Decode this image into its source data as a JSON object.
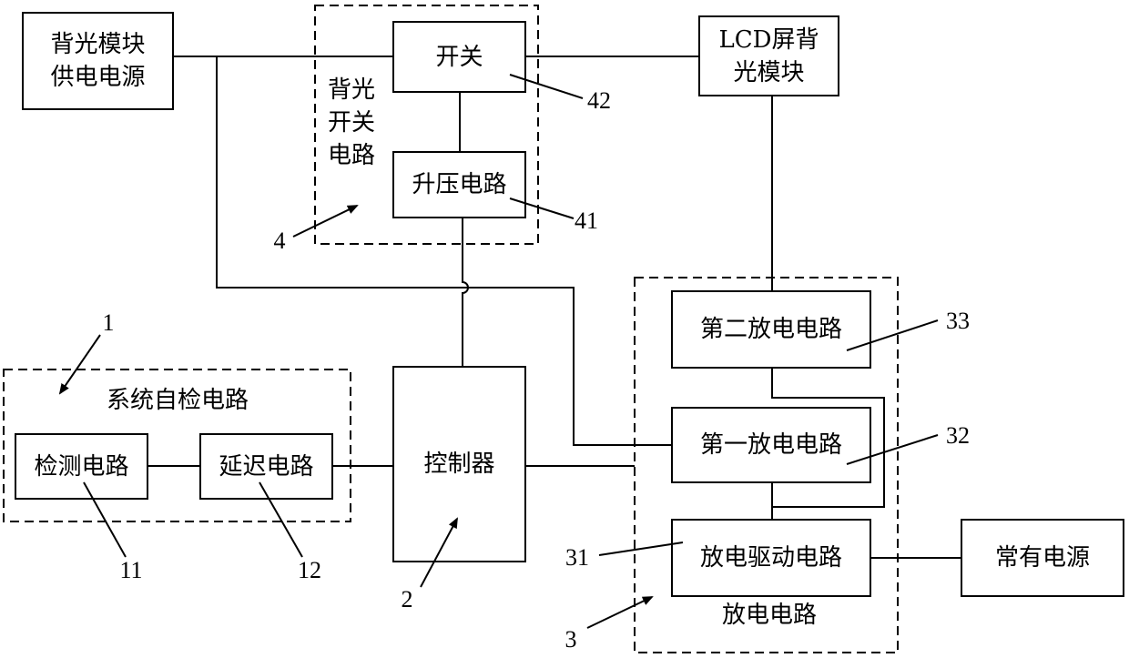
{
  "blocks": {
    "backlight_power": "背光模块\n供电电源",
    "switch": "开关",
    "boost": "升压电路",
    "lcd_backlight": "LCD屏背\n光模块",
    "controller": "控制器",
    "detection": "检测电路",
    "delay": "延迟电路",
    "discharge_second": "第二放电电路",
    "discharge_first": "第一放电电路",
    "discharge_driver": "放电驱动电路",
    "constant_power": "常有电源"
  },
  "groups": {
    "backlight_switch": "背光\n开关\n电路",
    "self_check": "系统自检电路",
    "discharge": "放电电路"
  },
  "refs": {
    "r1": "1",
    "r11": "11",
    "r12": "12",
    "r2": "2",
    "r3": "3",
    "r31": "31",
    "r32": "32",
    "r33": "33",
    "r4": "4",
    "r41": "41",
    "r42": "42"
  }
}
